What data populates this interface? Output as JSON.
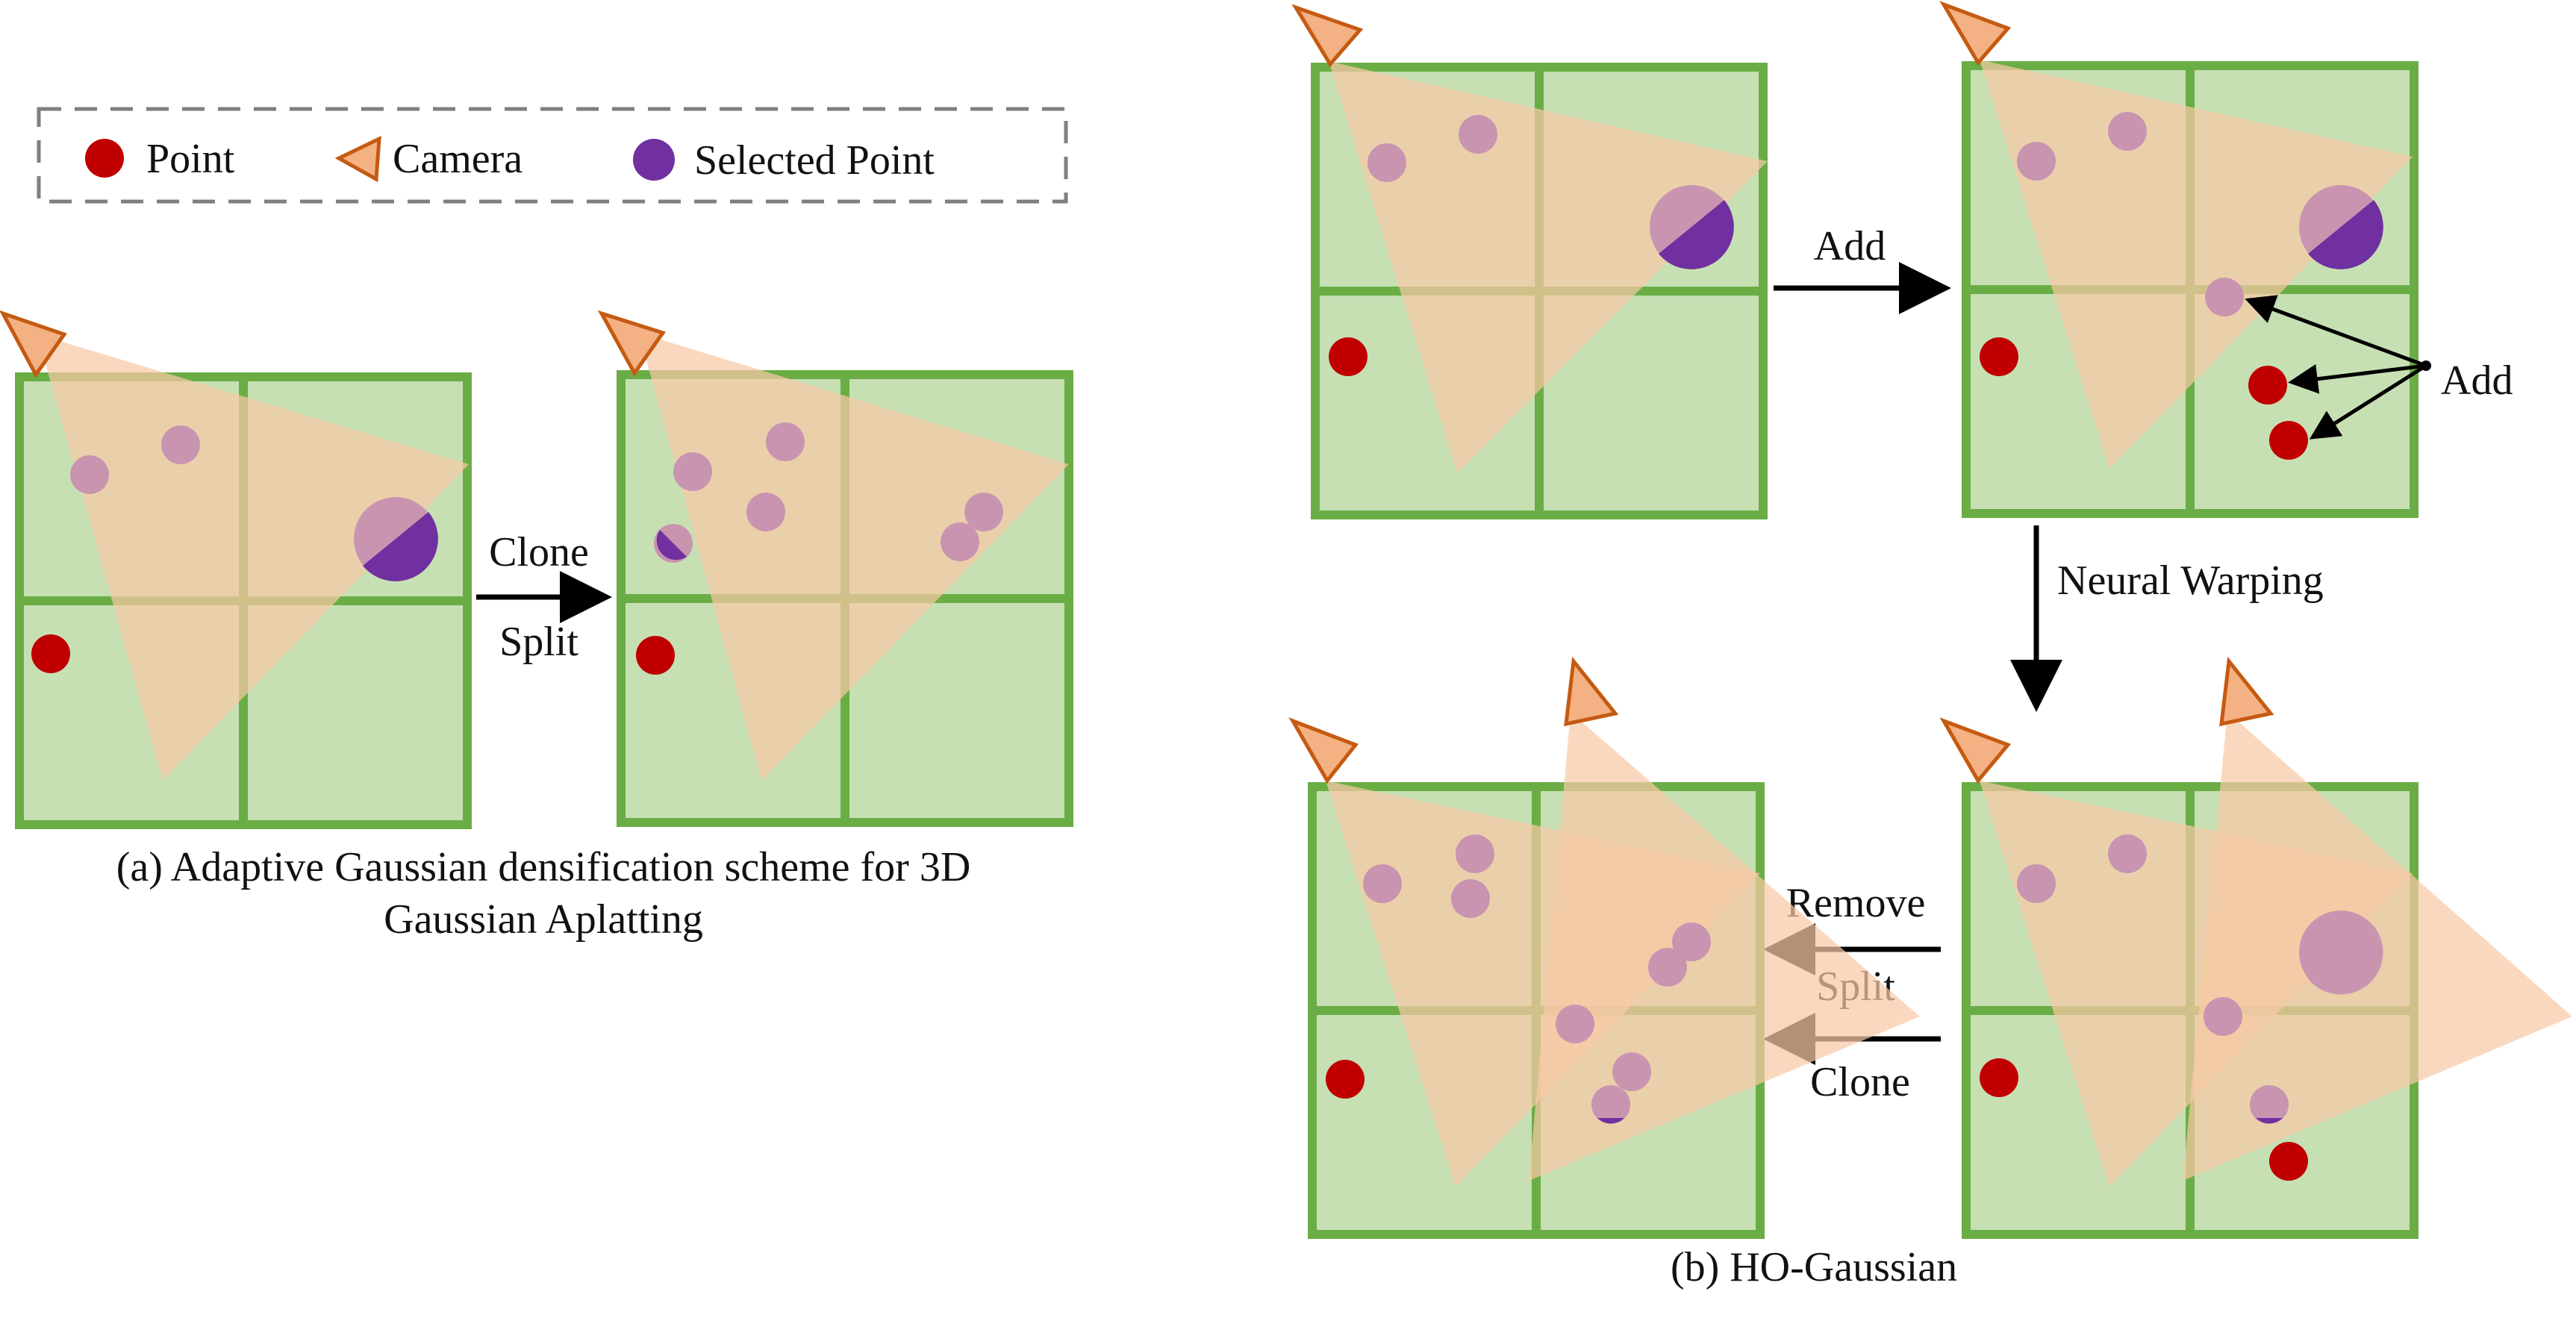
{
  "legend": {
    "point": "Point",
    "camera": "Camera",
    "selected": "Selected  Point"
  },
  "panel_a": {
    "arrow_top": "Clone",
    "arrow_bottom": "Split",
    "caption_line1": "(a) Adaptive Gaussian densification scheme for 3D",
    "caption_line2": "Gaussian Aplatting"
  },
  "panel_b": {
    "add_arrow": "Add",
    "add_note": "Add",
    "warp_arrow": "Neural Warping",
    "remove_label": "Remove",
    "split_label": "Split",
    "clone_label": "Clone",
    "caption": "(b) HO-Gaussian"
  },
  "colors": {
    "grid_fill": "#c6e0b4",
    "grid_stroke": "#6aad45",
    "frustum": "#f8c9a6",
    "camera_fill": "#f4b183",
    "camera_stroke": "#c55a11",
    "point": "#c00000",
    "faded_point": "#c994b0",
    "selected": "#7030a0",
    "legend_border": "#7f7f7f"
  }
}
